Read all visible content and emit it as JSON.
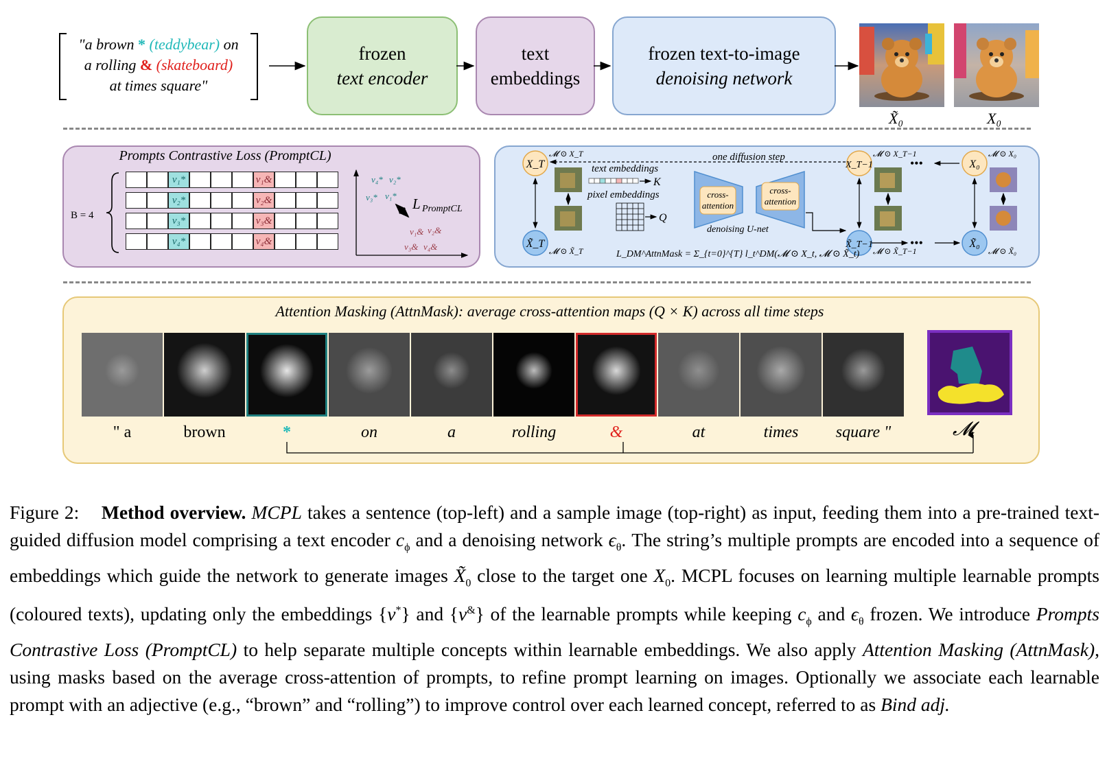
{
  "top": {
    "prompt_line1_a": "\"a brown ",
    "prompt_line1_star": "*",
    "prompt_line1_teddy": " (teddybear)",
    "prompt_line1_b": " on",
    "prompt_line2_a": "a rolling ",
    "prompt_line2_amp": "&",
    "prompt_line2_skate": " (skateboard)",
    "prompt_line3": "at times square\"",
    "encoder_l1": "frozen",
    "encoder_l2": "text encoder",
    "embeddings_l1": "text",
    "embeddings_l2": "embeddings",
    "denoiser_l1": "frozen text-to-image",
    "denoiser_l2": "denoising network",
    "img1_label": "X̃₀",
    "img2_label": "X₀"
  },
  "promptcl": {
    "title": "Prompts Contrastive Loss (PromptCL)",
    "batch_label": "B = 4",
    "rows": [
      {
        "v_star": "v₁*",
        "v_amp": "v₁&"
      },
      {
        "v_star": "v₂*",
        "v_amp": "v₂&"
      },
      {
        "v_star": "v₃*",
        "v_amp": "v₃&"
      },
      {
        "v_star": "v₄*",
        "v_amp": "v₄&"
      }
    ],
    "scatter_star": [
      "v₄*",
      "v₂*",
      "v₃*",
      "v₁*"
    ],
    "scatter_amp": [
      "v₁&",
      "v₂&",
      "v₃&",
      "v₄&"
    ],
    "loss_label": "L",
    "loss_sub": "PromptCL"
  },
  "diffusion": {
    "one_step": "one diffusion step",
    "xT": "X_T",
    "xT_tilde": "X̃_T",
    "xT1": "X_T−1",
    "xT1_tilde": "X̃_T−1",
    "x0": "X₀",
    "x0_tilde": "X̃₀",
    "m_xT": "𝓜 ⊙ X_T",
    "m_xT_tilde": "𝓜 ⊙ X̃_T",
    "m_xT1": "𝓜 ⊙ X_T−1",
    "m_xT1_tilde": "𝓜 ⊙ X̃_T−1",
    "m_x0": "𝓜 ⊙ X₀",
    "m_x0_tilde": "𝓜 ⊙ X̃₀",
    "text_emb": "text embeddings",
    "pixel_emb": "pixel embeddings",
    "K": "K",
    "Q": "Q",
    "cross_attn_l1": "cross-",
    "cross_attn_l2": "attention",
    "unet": "denoising U-net",
    "loss_formula": "L_DM^AttnMask = Σ_{t=0}^{T} l_t^DM(𝓜 ⊙ X_t, 𝓜 ⊙ X̃_t)",
    "dots": "•••"
  },
  "attnmask": {
    "title": "Attention Masking (AttnMask): average cross-attention maps (Q × K) across all time steps",
    "tokens": [
      "\"  a",
      "brown",
      "*",
      "on",
      "a",
      "rolling",
      "&",
      "at",
      "times",
      "square  \""
    ],
    "mask_label": "𝓜"
  },
  "caption": {
    "fig": "Figure 2:",
    "bold": "Method overview.",
    "mcpl_it": "MCPL",
    "t1": " takes a sentence (top-left) and a sample image (top-right) as input, feeding them into a pre-trained text-guided diffusion model comprising a text encoder ",
    "c_phi": "c",
    "phi": "ϕ",
    "t2": " and a denoising network ",
    "eps": "ϵ",
    "theta": "θ",
    "t3": ". The string’s multiple prompts are encoded into a sequence of embeddings which guide the network to generate images ",
    "x0t": "X̃",
    "x0t_sub": "0",
    "t4": " close to the target one ",
    "x0": "X",
    "x0_sub": "0",
    "t5": ".  MCPL focuses on learning multiple learnable prompts (coloured texts), updating only the embeddings {",
    "v": "v",
    "star": "*",
    "t6": "} and {",
    "amp": "&",
    "t7": "} of the learnable prompts while keeping ",
    "t8": " and ",
    "t9": " frozen. We introduce ",
    "pcl": "Prompts Contrastive Loss (PromptCL)",
    "t10": " to help separate multiple concepts within learnable embeddings. We also apply ",
    "am": "Attention Masking (AttnMask)",
    "t11": ", using masks based on the average cross-attention of prompts, to refine prompt learning on images. Optionally we associate each learnable prompt with an adjective (e.g., “brown” and “rolling”) to improve control over each learned concept, referred to as ",
    "bind": "Bind adj."
  },
  "colors": {
    "teal": "#1fb8b8",
    "red": "#e0201c",
    "green_box": "#d9ecd0",
    "purple_box": "#e6d7ea",
    "blue_box": "#dde9f9",
    "yellow_panel": "#fdf3d9",
    "orange_node": "#fde6bf",
    "blue_node": "#9cc7f0"
  }
}
